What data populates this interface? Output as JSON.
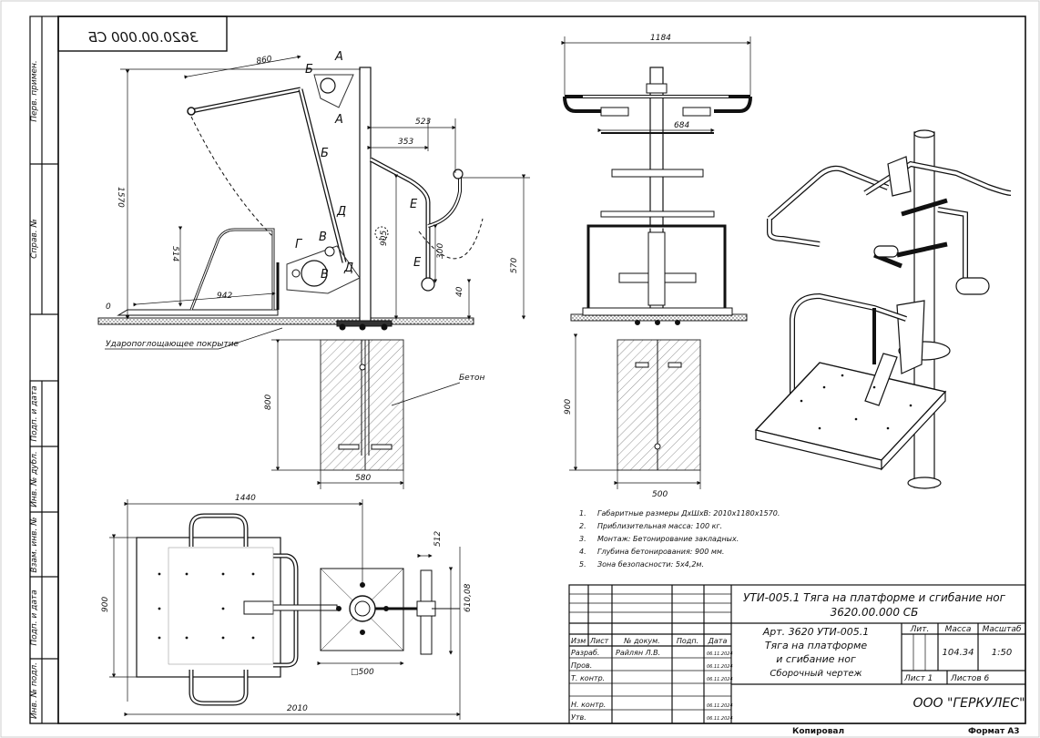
{
  "drawing_code_mirrored": "3620.00.000 СБ",
  "left_strip": {
    "perv_primen": "Перв. примен.",
    "sprav_no": "Справ. №",
    "podp_i_data_1": "Подп. и дата",
    "inv_no_dubl": "Инв. № дубл.",
    "vzam_inv_no": "Взам. инв. №",
    "podp_i_data_2": "Подп. и дата",
    "inv_no_podl": "Инв. № подл."
  },
  "side_view": {
    "dims": {
      "d860": "860",
      "d1570": "1570",
      "d514": "514",
      "d942": "942",
      "d0": "0",
      "d523": "523",
      "d353": "353",
      "d905": "905",
      "d300": "300",
      "d570": "570",
      "d40": "40",
      "d800": "800",
      "d580": "580"
    },
    "letters": {
      "a1": "А",
      "a2": "А",
      "b1": "Б",
      "b2": "Б",
      "v1": "В",
      "v2": "В",
      "g": "Г",
      "d1": "Д",
      "d2": "Д",
      "e1": "Е",
      "e2": "Е"
    },
    "surface_label": "Ударопоглощающее покрытие",
    "concrete_label": "Бетон"
  },
  "front_view": {
    "dims": {
      "d1184": "1184",
      "d684": "684",
      "d900": "900",
      "d500": "500"
    }
  },
  "top_view": {
    "dims": {
      "d1440": "1440",
      "d900": "900",
      "d500": "□500",
      "d512": "512",
      "d61008": "610,08",
      "d2010": "2010"
    }
  },
  "notes": [
    "Габаритные размеры ДхШхВ: 2010х1180х1570.",
    "Приблизительная масса: 100 кг.",
    "Монтаж: Бетонирование закладных.",
    "Глубина бетонирования: 900 мм.",
    "Зона безопасности: 5х4,2м."
  ],
  "note_numbers": [
    "1.",
    "2.",
    "3.",
    "4.",
    "5."
  ],
  "title_block": {
    "main_title_line1": "УТИ-005.1 Тяга на платформе и сгибание ног",
    "main_title_line2": "3620.00.000 СБ",
    "cols": {
      "izm": "Изм",
      "list": "Лист",
      "doc": "№ докум.",
      "podp": "Подп.",
      "data": "Дата"
    },
    "rows": {
      "razrab": "Разраб.",
      "prov": "Пров.",
      "tkontr": "Т. контр.",
      "nkontr": "Н. контр.",
      "utv": "Утв."
    },
    "author": "Райлян Л.В.",
    "dates": [
      "06.11.2024",
      "06.11.2024",
      "06.11.2024",
      "06.11.2024",
      "06.11.2024"
    ],
    "art_line1": "Арт. 3620 УТИ-005.1",
    "art_line2": "Тяга на платформе",
    "art_line3": "и сгибание ног",
    "art_line4": "Сборочный чертеж",
    "lit": "Лит.",
    "massa": "Масса",
    "masshtab": "Масштаб",
    "mass_value": "104.34",
    "scale_value": "1:50",
    "sheet": "Лист 1",
    "sheets": "Листов 6",
    "company": "ООО \"ГЕРКУЛЕС\""
  },
  "footer": {
    "copied": "Копировал",
    "format": "Формат А3"
  }
}
